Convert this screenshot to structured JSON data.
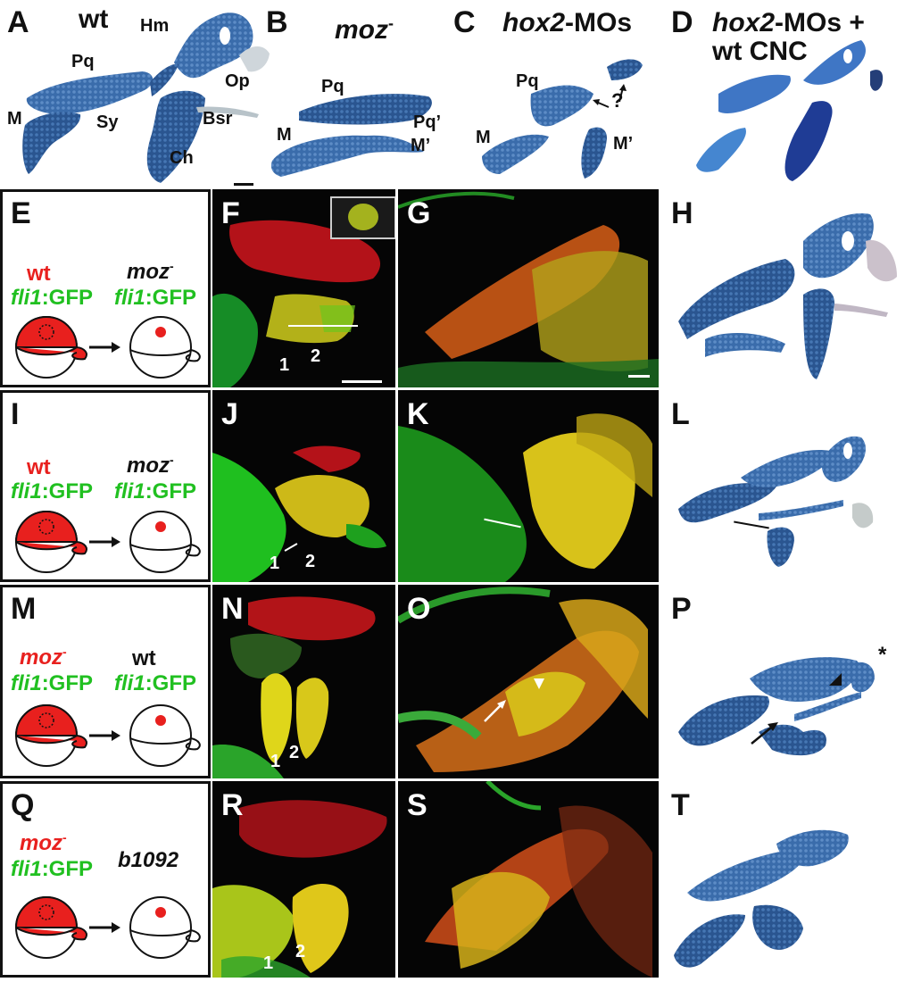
{
  "panels": {
    "A": "A",
    "B": "B",
    "C": "C",
    "D": "D",
    "E": "E",
    "F": "F",
    "G": "G",
    "H": "H",
    "I": "I",
    "J": "J",
    "K": "K",
    "L": "L",
    "M": "M",
    "N": "N",
    "O": "O",
    "P": "P",
    "Q": "Q",
    "R": "R",
    "S": "S",
    "T": "T"
  },
  "top_titles": {
    "A": "wt",
    "B_main": "moz",
    "B_sup": "-",
    "C_hox": "hox2",
    "C_rest": "-MOs",
    "D_line1_hox": "hox2",
    "D_line1_rest": "-MOs +",
    "D_line2": "wt CNC"
  },
  "cartilage_labels": {
    "Hm": "Hm",
    "Pq_A": "Pq",
    "Op": "Op",
    "M_A": "M",
    "Sy": "Sy",
    "Bsr": "Bsr",
    "Ch": "Ch",
    "Pq_B": "Pq",
    "Pq_prime_B": "Pq’",
    "M_B": "M",
    "M_prime_B": "M’",
    "Pq_C": "Pq",
    "M_C": "M",
    "M_prime_C": "M’",
    "question_C": "?",
    "asterisk_P": "*"
  },
  "schematics": {
    "E": {
      "donor_top": "wt",
      "donor_bottom": "fli1",
      "donor_suffix": ":GFP",
      "host_top": "moz",
      "host_top_sup": "-",
      "host_bottom": "fli1",
      "host_suffix": ":GFP"
    },
    "I": {
      "donor_top": "wt",
      "donor_bottom": "fli1",
      "donor_suffix": ":GFP",
      "host_top": "moz",
      "host_top_sup": "-",
      "host_bottom": "fli1",
      "host_suffix": ":GFP"
    },
    "M": {
      "donor_top": "moz",
      "donor_top_sup": "-",
      "donor_bottom": "fli1",
      "donor_suffix": ":GFP",
      "host_top": "wt",
      "host_bottom": "fli1",
      "host_suffix": ":GFP"
    },
    "Q": {
      "donor_top": "moz",
      "donor_top_sup": "-",
      "donor_bottom": "fli1",
      "donor_suffix": ":GFP",
      "host_top": "b1092"
    }
  },
  "arch_numbers": {
    "F1": "1",
    "F2": "2",
    "J1": "1",
    "J2": "2",
    "N1": "1",
    "N2": "2",
    "R1": "1",
    "R2": "2"
  },
  "colors": {
    "cartilage_blue": "#2f5f9e",
    "donor_red": "#e8201e",
    "host_green": "#21c021",
    "background_dark": "#050505"
  }
}
